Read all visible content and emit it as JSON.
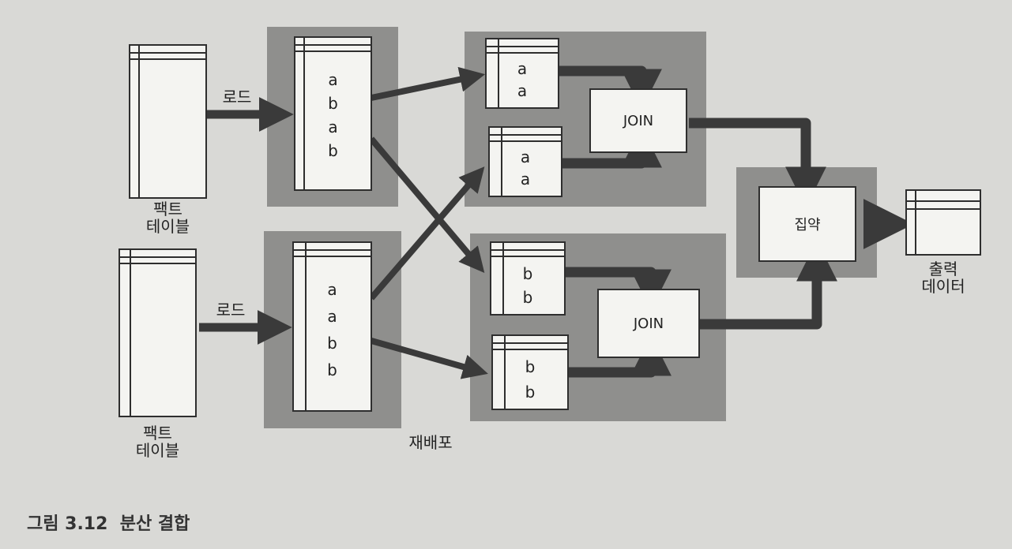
{
  "labels": {
    "load_top": "로드",
    "load_bottom": "로드",
    "fact_top_line1": "팩트",
    "fact_top_line2": "테이블",
    "fact_bottom_line1": "팩트",
    "fact_bottom_line2": "테이블",
    "redistribute": "재배포",
    "join_top": "JOIN",
    "join_bottom": "JOIN",
    "aggregate": "집약",
    "output_line1": "출력",
    "output_line2": "데이터"
  },
  "partitions": {
    "top_loaded": [
      "a",
      "b",
      "a",
      "b"
    ],
    "bottom_loaded": [
      "a",
      "a",
      "b",
      "b"
    ],
    "shuffle_a1": [
      "a",
      "a"
    ],
    "shuffle_a2": [
      "a",
      "a"
    ],
    "shuffle_b1": [
      "b",
      "b"
    ],
    "shuffle_b2": [
      "b",
      "b"
    ]
  },
  "caption": {
    "number": "그림 3.12",
    "title": "분산 결합"
  },
  "colors": {
    "background": "#d9d9d6",
    "panel": "#8f8f8d",
    "box": "#f4f4f1",
    "arrow": "#3a3a3a"
  }
}
